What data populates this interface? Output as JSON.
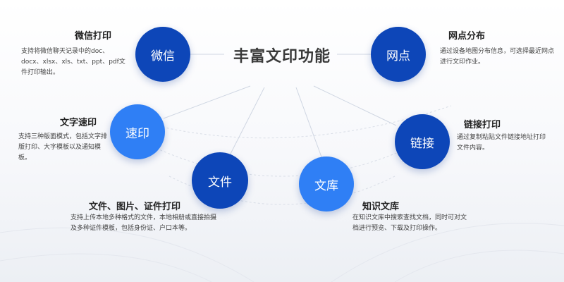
{
  "title": "丰富文印功能",
  "colors": {
    "dark_node": "#0d46b8",
    "light_node": "#2f7ff5",
    "title": "#3a3a3a"
  },
  "nodes": {
    "wechat": "微信",
    "express": "速印",
    "file": "文件",
    "library": "文库",
    "link": "链接",
    "outlet": "网点"
  },
  "features": {
    "wechat": {
      "title": "微信打印",
      "desc": "支持将微信聊天记录中的doc、docx、xlsx、xls、txt、ppt、pdf文件打印输出。"
    },
    "express": {
      "title": "文字速印",
      "desc": "支持三种版面模式，包括文字排版打印、大字模板以及通知模板。"
    },
    "file": {
      "title": "文件、图片、证件打印",
      "desc": "支持上传本地多种格式的文件，本地相册或直接拍摄及多种证件模板，包括身份证、户口本等。"
    },
    "library": {
      "title": "知识文库",
      "desc": "在知识文库中搜索查找文档，同时可对文档进行预览、下载及打印操作。"
    },
    "link": {
      "title": "链接打印",
      "desc": "通过复制粘贴文件链接地址打印文件内容。"
    },
    "outlet": {
      "title": "网点分布",
      "desc": "通过设备地图分布信息，可选择最近网点进行文印作业。"
    }
  }
}
